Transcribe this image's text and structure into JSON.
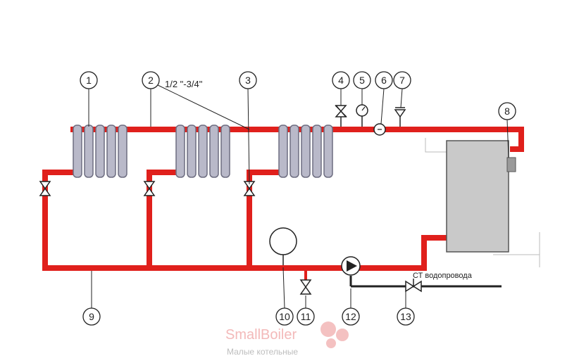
{
  "pipe_size_label": "1/2 \"-3/4\"",
  "callouts": {
    "c1": "1",
    "c2": "2",
    "c3": "3",
    "c4": "4",
    "c5": "5",
    "c6": "6",
    "c7": "7",
    "c8": "8",
    "c9": "9",
    "c10": "10",
    "c11": "11",
    "c12": "12",
    "c13": "13"
  },
  "cold_water_label": "СТ водопровода",
  "watermark": {
    "brand": "SmallBoiler",
    "subtitle": "Малые котельные"
  },
  "colors": {
    "pipe": "#e0201c",
    "radiator": "#b9b9c9",
    "boiler": "#c9c9c9",
    "line": "#222222",
    "cold_pipe": "#222222"
  }
}
